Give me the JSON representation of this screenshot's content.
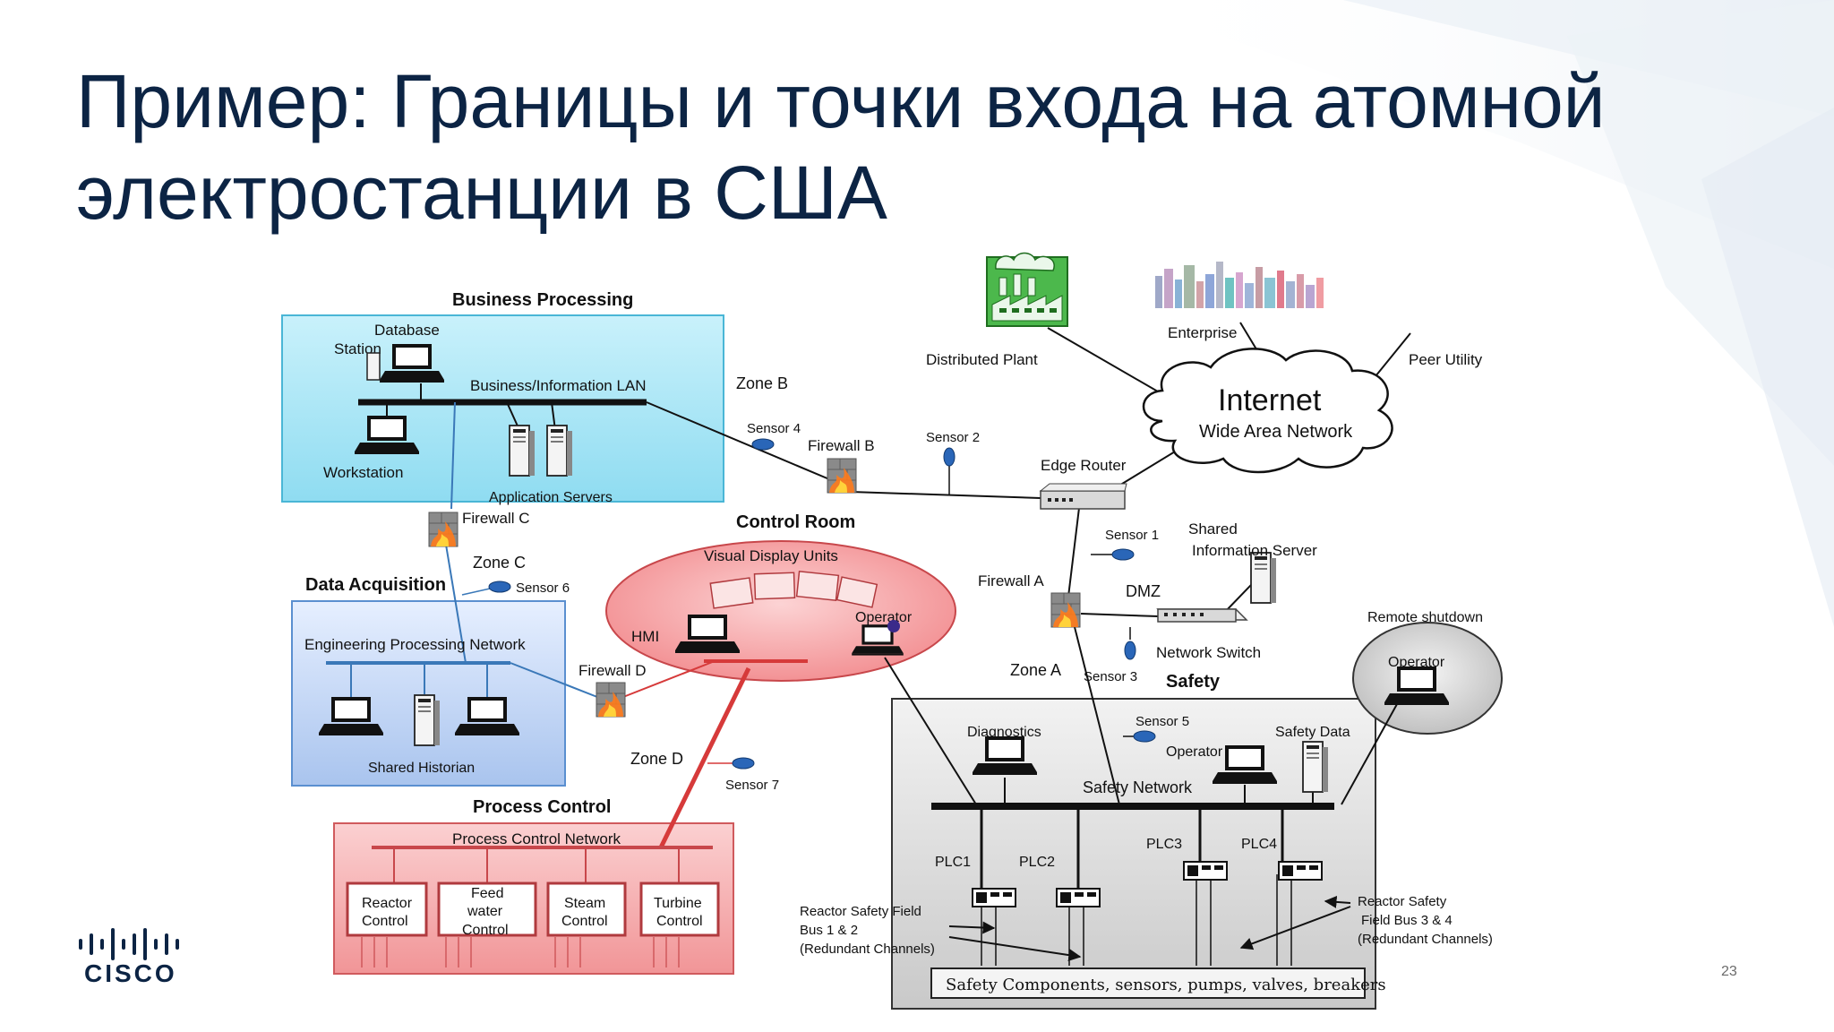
{
  "slide": {
    "title_line1": "Пример: Границы и точки входа на атомной",
    "title_line2": "электростанции в США",
    "page_number": "23",
    "logo_text": "CISCO"
  },
  "diagram": {
    "zones": {
      "business_processing": "Business Processing",
      "data_acquisition": "Data Acquisition",
      "process_control": "Process Control",
      "control_room": "Control Room",
      "safety": "Safety"
    },
    "business": {
      "database_station_line1": "Database",
      "database_station_line2": "Station",
      "lan": "Business/Information LAN",
      "workstation": "Workstation",
      "application_servers": "Application Servers"
    },
    "data_acq": {
      "engineering_network": "Engineering Processing Network",
      "shared_historian": "Shared Historian"
    },
    "process": {
      "network": "Process Control Network",
      "controls": [
        {
          "line1": "Reactor",
          "line2": "Control",
          "line3": ""
        },
        {
          "line1": "Feed",
          "line2": "water",
          "line3": "Control"
        },
        {
          "line1": "Steam",
          "line2": "Control",
          "line3": ""
        },
        {
          "line1": "Turbine",
          "line2": "Control",
          "line3": ""
        }
      ]
    },
    "control_room": {
      "visual_display_units": "Visual Display Units",
      "hmi": "HMI",
      "operator": "Operator"
    },
    "firewalls": {
      "a": "Firewall A",
      "b": "Firewall B",
      "c": "Firewall C",
      "d": "Firewall D"
    },
    "zone_labels": {
      "a": "Zone A",
      "b": "Zone B",
      "c": "Zone  C",
      "d": "Zone D"
    },
    "sensors": {
      "s1": "Sensor  1",
      "s2": "Sensor 2",
      "s3": "Sensor 3",
      "s4": "Sensor 4",
      "s5": "Sensor 5",
      "s6": "Sensor 6",
      "s7": "Sensor 7"
    },
    "external": {
      "distributed_plant": "Distributed Plant",
      "enterprise": "Enterprise",
      "peer_utility": "Peer Utility",
      "internet": "Internet",
      "wan": "Wide Area Network",
      "edge_router": "Edge Router",
      "shared_info_server_line1": "Shared",
      "shared_info_server_line2": "Information Server",
      "dmz": "DMZ",
      "network_switch": "Network Switch"
    },
    "safety_zone": {
      "diagnostics": "Diagnostics",
      "operator": "Operator",
      "safety_data": "Safety Data",
      "network": "Safety  Network",
      "plcs": [
        "PLC1",
        "PLC2",
        "PLC3",
        "PLC4"
      ],
      "components": "Safety Components, sensors, pumps, valves, breakers",
      "left_bus_line1": "Reactor Safety Field",
      "left_bus_line2": "Bus 1 & 2",
      "left_bus_line3": "(Redundant Channels)",
      "right_bus_line1": "Reactor Safety",
      "right_bus_line2": "Field Bus 3 & 4",
      "right_bus_line3": "(Redundant Channels)"
    },
    "remote_shutdown": {
      "label": "Remote shutdown",
      "operator": "Operator"
    }
  },
  "colors": {
    "title": "#0c2444",
    "business_zone": "#aee8f6",
    "data_acq_zone": "#c7dcf7",
    "process_zone": "#f5a3a6",
    "control_room_zone": "#f7a1a3",
    "safety_zone": "#e3e3e3",
    "red_link": "#d63a3a",
    "blue_link": "#3a78b8",
    "sensor": "#2a66b8"
  }
}
